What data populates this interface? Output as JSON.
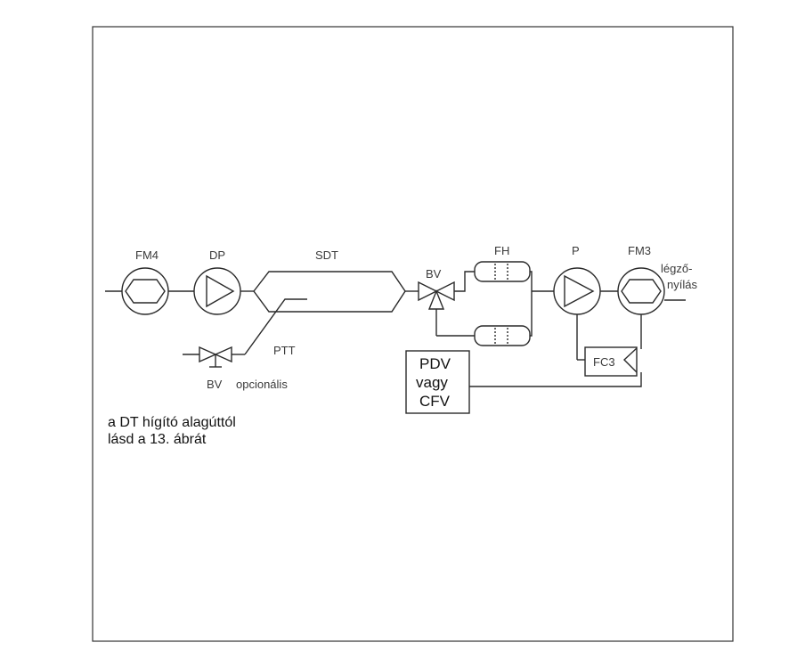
{
  "labels": {
    "fm4": "FM4",
    "dp": "DP",
    "sdt": "SDT",
    "bv_top": "BV",
    "fh": "FH",
    "p": "P",
    "fm3": "FM3",
    "outlet_line1": "légző-",
    "outlet_line2": "nyílás",
    "ptt": "PTT",
    "bv_bottom": "BV",
    "optional": "opcionális",
    "fc3": "FC3",
    "pdv_line1": "PDV",
    "pdv_line2": "vagy",
    "pdv_line3": "CFV"
  },
  "note": {
    "line1": "a DT hígító alagúttól",
    "line2": "lásd a 13. ábrát"
  },
  "icons": {
    "fm4": "flowmeter-icon",
    "dp": "pump-icon",
    "bv": "valve-icon",
    "fh": "filter-holder-icon",
    "p": "pump-icon",
    "fm3": "flowmeter-icon"
  }
}
